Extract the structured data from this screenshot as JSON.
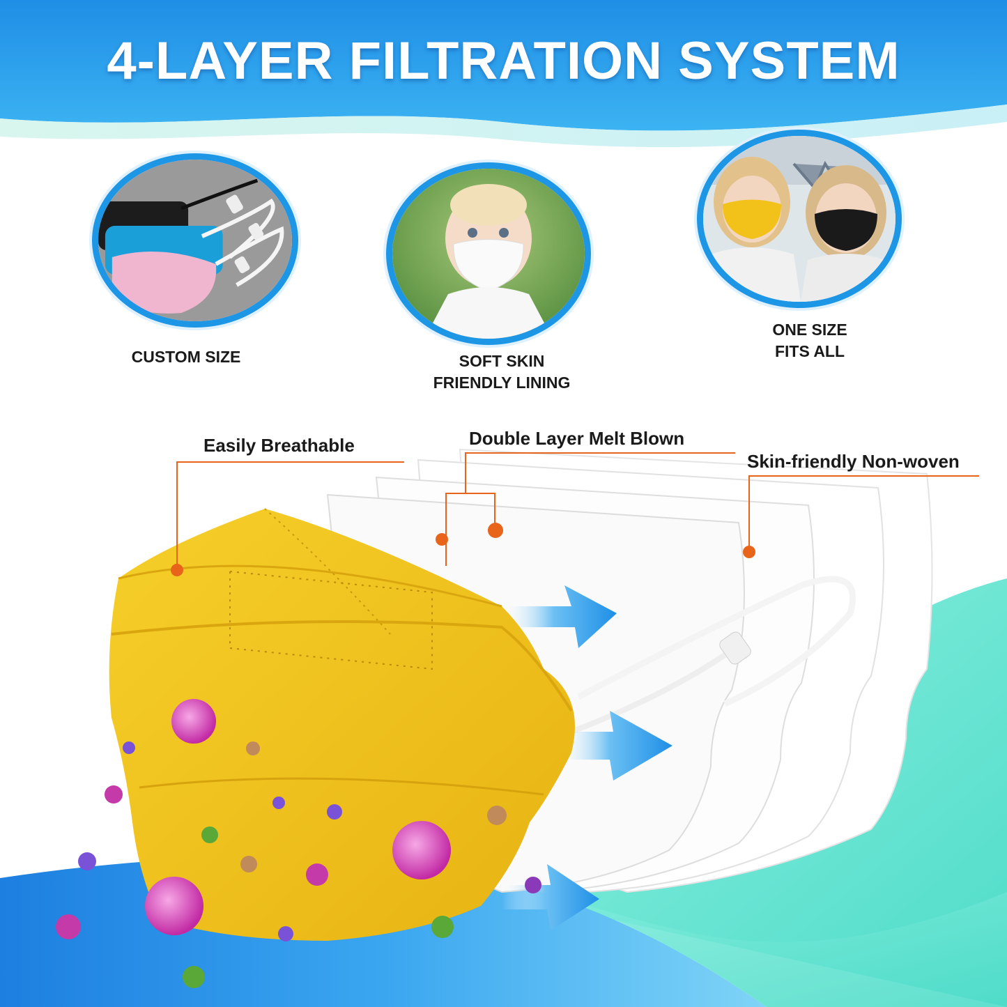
{
  "header": {
    "title": "4-LAYER FILTRATION SYSTEM"
  },
  "features": [
    {
      "label_line1": "CUSTOM SIZE",
      "label_line2": "",
      "image": "adjustable-ear-loops-photo"
    },
    {
      "label_line1": "SOFT SKIN",
      "label_line2": "FRIENDLY LINING",
      "image": "baby-wearing-mask-photo"
    },
    {
      "label_line1": "ONE SIZE",
      "label_line2": "FITS ALL",
      "image": "children-wearing-masks-photo"
    }
  ],
  "layers": {
    "callout_1": "Easily Breathable",
    "callout_2": "Double Layer Melt Blown",
    "callout_3": "Skin-friendly Non-woven"
  },
  "colors": {
    "brand_blue": "#1e96e6",
    "accent_orange": "#e8641a",
    "mask_yellow": "#f2c21b",
    "teal_wave": "#5fe3d2"
  }
}
